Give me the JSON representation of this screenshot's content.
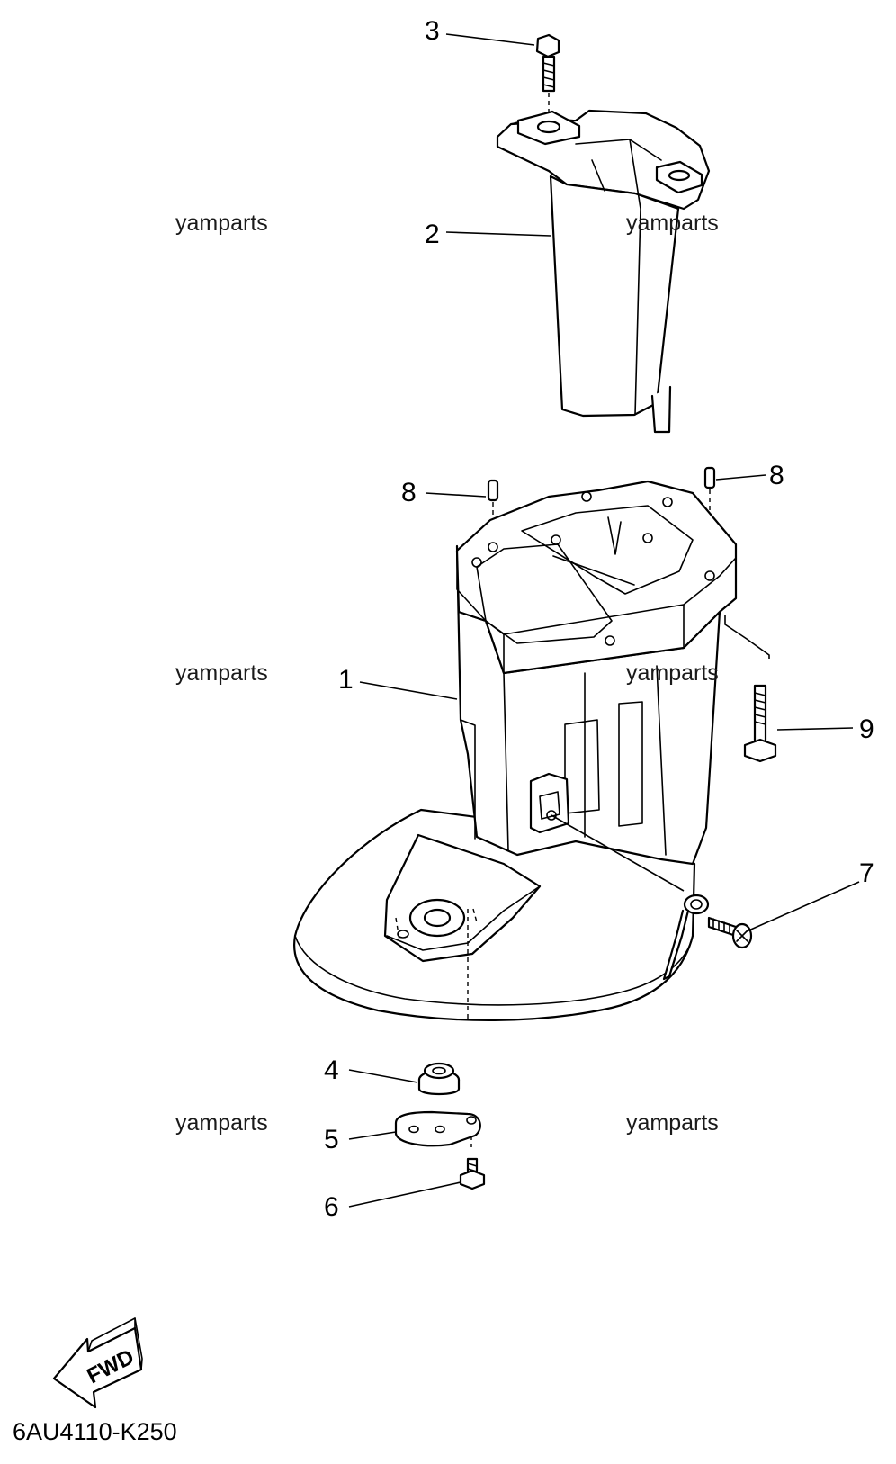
{
  "callouts": {
    "c1": "1",
    "c2": "2",
    "c3": "3",
    "c4": "4",
    "c5": "5",
    "c6": "6",
    "c7": "7",
    "c8a": "8",
    "c8b": "8",
    "c9": "9"
  },
  "watermarks": [
    "yamparts",
    "yamparts",
    "yamparts",
    "yamparts",
    "yamparts",
    "yamparts"
  ],
  "fwd_label": "FWD",
  "diagram_code": "6AU4110-K250"
}
